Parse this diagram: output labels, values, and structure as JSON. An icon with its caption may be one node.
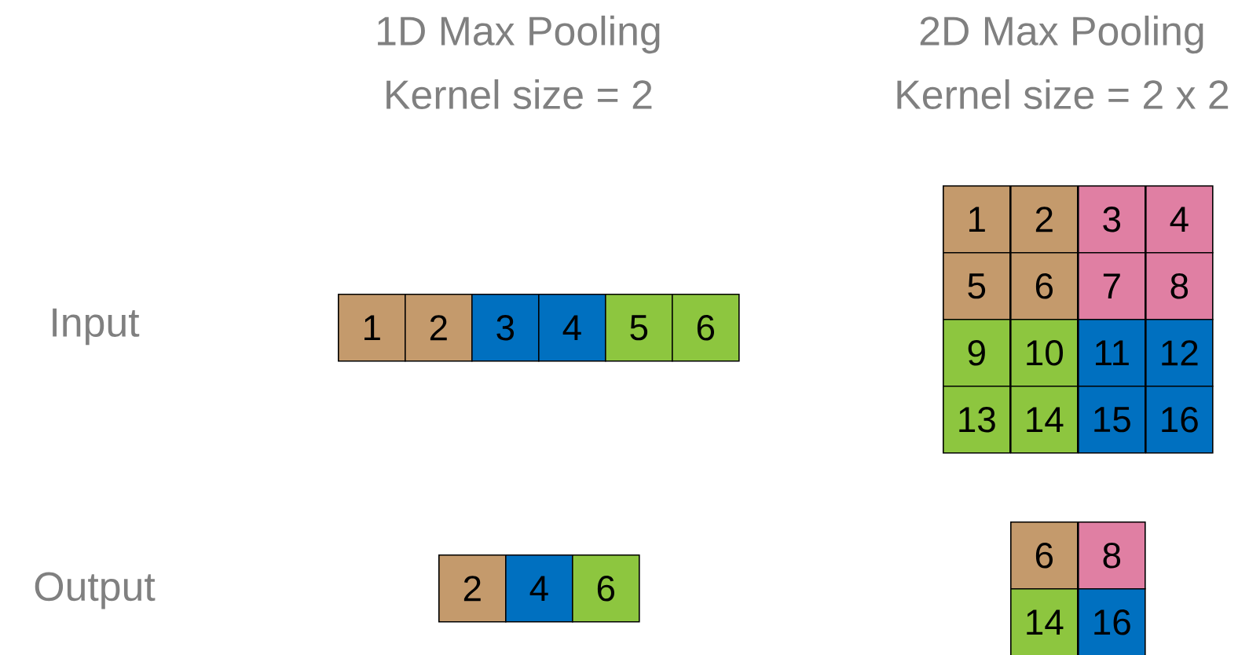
{
  "diagram": {
    "nodes": [
      {
        "text": [
          "1"
        ]
      },
      {
        "text": [
          "2"
        ]
      },
      {
        "text": [
          "3"
        ]
      },
      {
        "text": [
          "4"
        ]
      },
      {
        "text": [
          "5"
        ]
      },
      {
        "text": [
          "6"
        ]
      },
      {
        "text": [
          "1"
        ]
      },
      {
        "text": [
          "2"
        ]
      },
      {
        "text": [
          "3"
        ]
      },
      {
        "text": [
          "4"
        ]
      },
      {
        "text": [
          "5"
        ]
      },
      {
        "text": [
          "6"
        ]
      },
      {
        "text": [
          "7"
        ]
      },
      {
        "text": [
          "8"
        ]
      },
      {
        "text": [
          "9"
        ]
      },
      {
        "text": [
          "10"
        ]
      },
      {
        "text": [
          "11"
        ]
      },
      {
        "text": [
          "12"
        ]
      },
      {
        "text": [
          "13"
        ]
      },
      {
        "text": [
          "14"
        ]
      },
      {
        "text": [
          "15"
        ]
      },
      {
        "text": [
          "16"
        ]
      },
      {
        "text": [
          "2"
        ]
      },
      {
        "text": [
          "4"
        ]
      },
      {
        "text": [
          "6"
        ]
      },
      {
        "text": [
          "6"
        ]
      },
      {
        "text": [
          "8"
        ]
      },
      {
        "text": [
          "14"
        ]
      },
      {
        "text": [
          "16"
        ]
      }
    ],
    "labels": [
      "1D Max Pooling",
      "Kernel size = 2",
      "2D Max Pooling",
      "Kernel size = 2 x 2",
      "Input",
      "Output"
    ]
  }
}
